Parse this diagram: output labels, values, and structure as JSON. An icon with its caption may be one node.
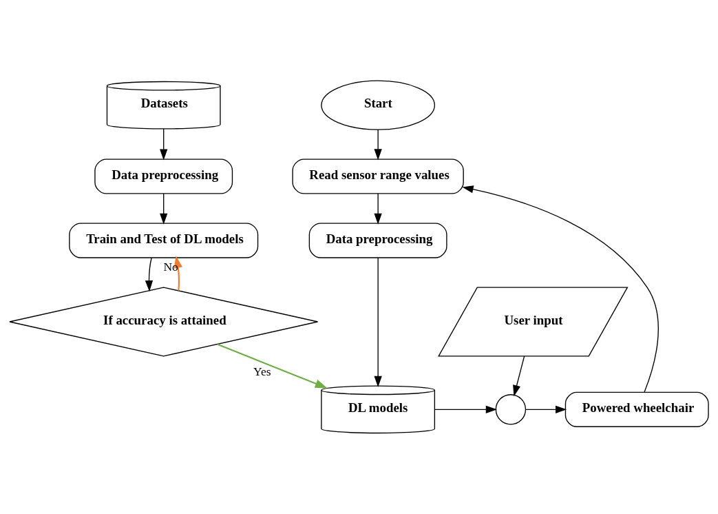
{
  "diagram": {
    "nodes": [
      {
        "text": [
          "Datasets"
        ]
      },
      {
        "text": [
          "Data preprocessing"
        ]
      },
      {
        "text": [
          "Train and Test of DL models"
        ]
      },
      {
        "text": [
          "If accuracy is attained"
        ]
      },
      {
        "text": [
          "Start"
        ]
      },
      {
        "text": [
          "Read sensor range values"
        ]
      },
      {
        "text": [
          "Data preprocessing"
        ]
      },
      {
        "text": [
          "User input"
        ]
      },
      {
        "text": [
          "DL models"
        ]
      },
      {
        "text": [],
        "shape": "circle"
      },
      {
        "text": [
          "Powered wheelchair"
        ]
      }
    ],
    "edges": [
      {
        "from": 0,
        "to": 1,
        "arrow": "to"
      },
      {
        "from": 1,
        "to": 2,
        "arrow": "to"
      },
      {
        "from": 2,
        "to": 3,
        "arrow": "to"
      },
      {
        "from": 3,
        "to": 2,
        "arrow": "to",
        "label": "No",
        "color": "#ed7d31"
      },
      {
        "from": 3,
        "to": 8,
        "arrow": "to",
        "label": "Yes",
        "color": "#70ad47"
      },
      {
        "from": 4,
        "to": 5,
        "arrow": "to"
      },
      {
        "from": 5,
        "to": 6,
        "arrow": "to"
      },
      {
        "from": 6,
        "to": 8,
        "arrow": "to"
      },
      {
        "from": 7,
        "to": 9,
        "arrow": "to"
      },
      {
        "from": 8,
        "to": 9,
        "arrow": "to"
      },
      {
        "from": 9,
        "to": 10,
        "arrow": "to"
      },
      {
        "from": 10,
        "to": 5,
        "arrow": "to"
      }
    ]
  }
}
